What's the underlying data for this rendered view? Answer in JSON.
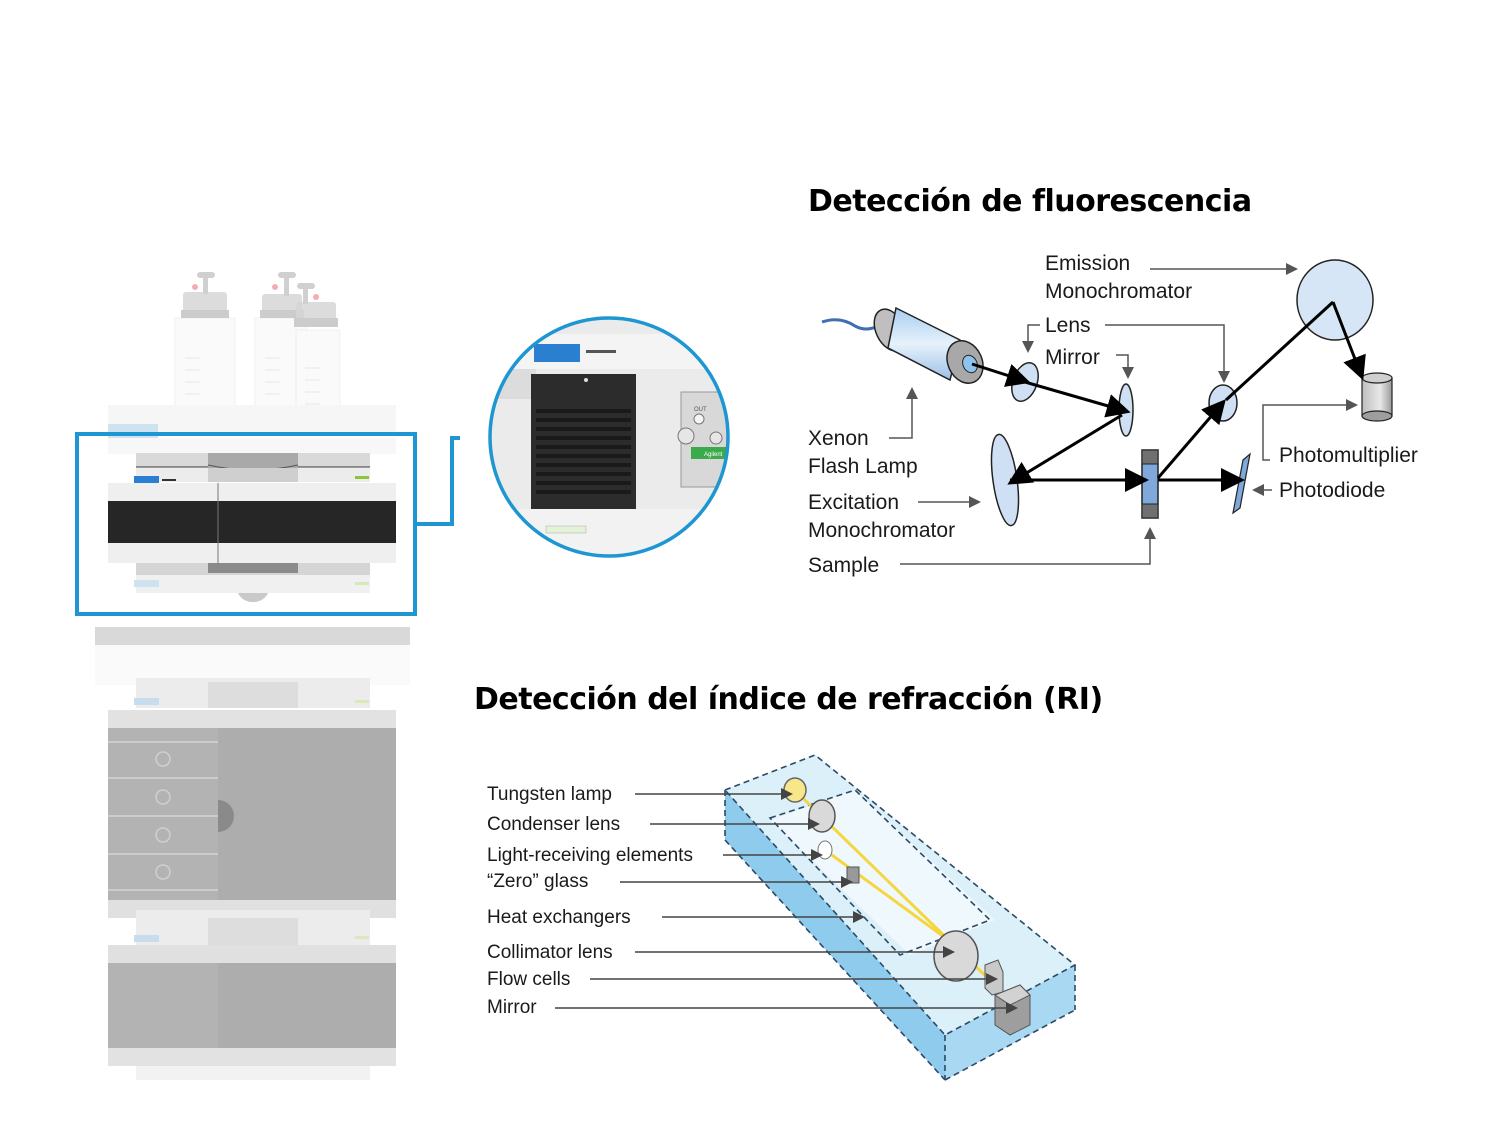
{
  "fluorescence": {
    "title": "Detección de fluorescencia",
    "labels": {
      "emission_1": "Emission",
      "emission_2": "Monochromator",
      "lens": "Lens",
      "mirror": "Mirror",
      "xenon_1": "Xenon",
      "xenon_2": "Flash Lamp",
      "excitation_1": "Excitation",
      "excitation_2": "Monochromator",
      "sample": "Sample",
      "photomultiplier": "Photomultiplier",
      "photodiode": "Photodiode"
    }
  },
  "refraction": {
    "title": "Detección del índice de refracción (RI)",
    "labels": [
      "Tungsten lamp",
      "Condenser lens",
      "Light-receiving elements",
      "“Zero” glass",
      "Heat exchangers",
      "Collimator lens",
      "Flow cells",
      "Mirror"
    ]
  },
  "instrument": {
    "zoom_badge_out": "OUT",
    "zoom_brand": "Agilent",
    "colors": {
      "highlight": "#1e96d2",
      "brand_blue": "#2a7fd0",
      "status_green": "#8cc63f",
      "panel_dark": "#262626"
    }
  },
  "colors": {
    "optics_blue": "#c9dcf2",
    "box_blue": "#9fd3ee",
    "light_beam": "#f5d640",
    "label_line": "#555555"
  }
}
